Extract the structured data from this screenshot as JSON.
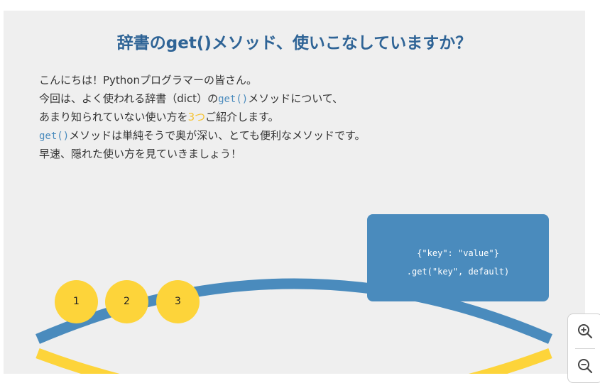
{
  "slide": {
    "title": "辞書のget()メソッド、使いこなしていますか？",
    "intro": {
      "line1": "こんにちは！Pythonプログラマーの皆さん。",
      "line2_pre": "今回は、よく使われる辞書（dict）の",
      "line2_code": "get()",
      "line2_post": "メソッドについて、",
      "line3_pre": "あまり知られていない使い方を",
      "line3_accent": "3つ",
      "line3_post": "ご紹介します。",
      "line4_code": "get()",
      "line4_post": "メソッドは単純そうで奥が深い、とても便利なメソッドです。",
      "line5": "早速、隠れた使い方を見ていきましょう！"
    },
    "code_box": {
      "line1": "{\"key\": \"value\"}",
      "line2": ".get(\"key\", default)"
    },
    "steps": [
      "1",
      "2",
      "3"
    ]
  },
  "colors": {
    "title": "#2f6496",
    "accent_blue": "#4a8bbd",
    "accent_yellow": "#fdd43a",
    "slide_bg": "#efefef"
  },
  "zoom_controls": {
    "zoom_in_icon": "zoom-in-icon",
    "zoom_out_icon": "zoom-out-icon"
  }
}
